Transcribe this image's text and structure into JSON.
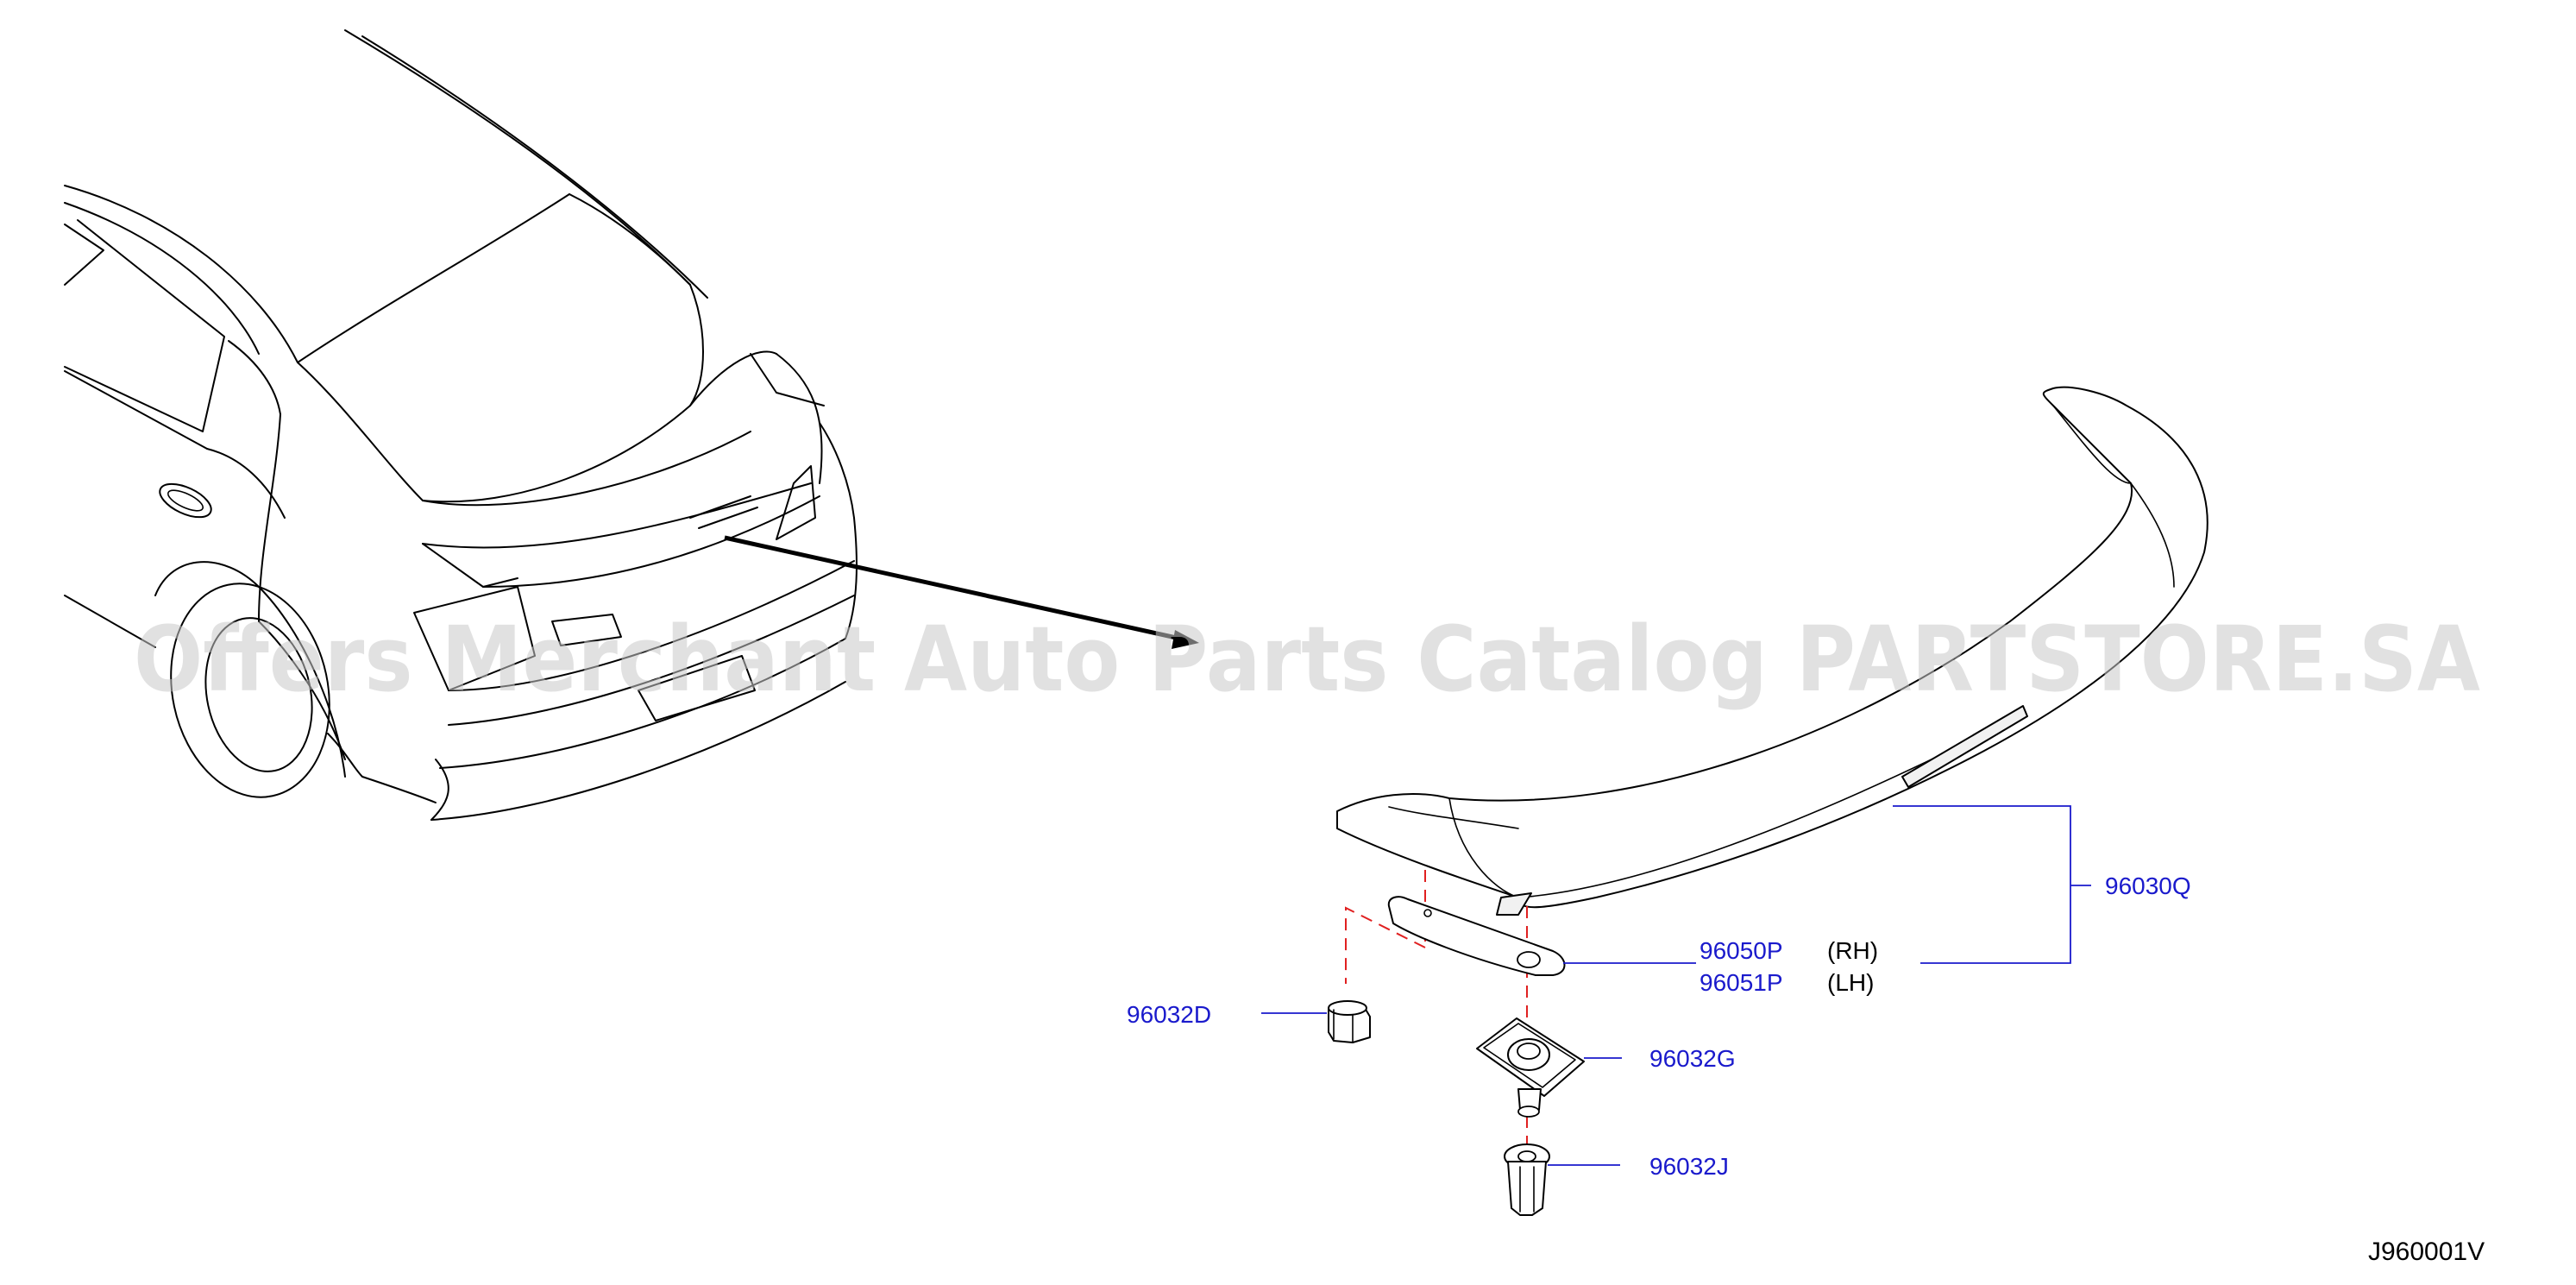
{
  "diagram": {
    "reference_code": "J960001V",
    "watermark": "Offers Merchant Auto Parts Catalog PARTSTORE.SA",
    "colors": {
      "part_number": "#1a1acc",
      "leader_line": "#1a1acc",
      "mounting_axis": "#e02020",
      "linework": "#000000"
    },
    "callouts": {
      "spoiler": {
        "part_number": "96030Q"
      },
      "bracket_rh": {
        "part_number": "96050P",
        "side": "(RH)"
      },
      "bracket_lh": {
        "part_number": "96051P",
        "side": "(LH)"
      },
      "nut": {
        "part_number": "96032D"
      },
      "retainer_clip": {
        "part_number": "96032G"
      },
      "grommet": {
        "part_number": "96032J"
      }
    }
  }
}
